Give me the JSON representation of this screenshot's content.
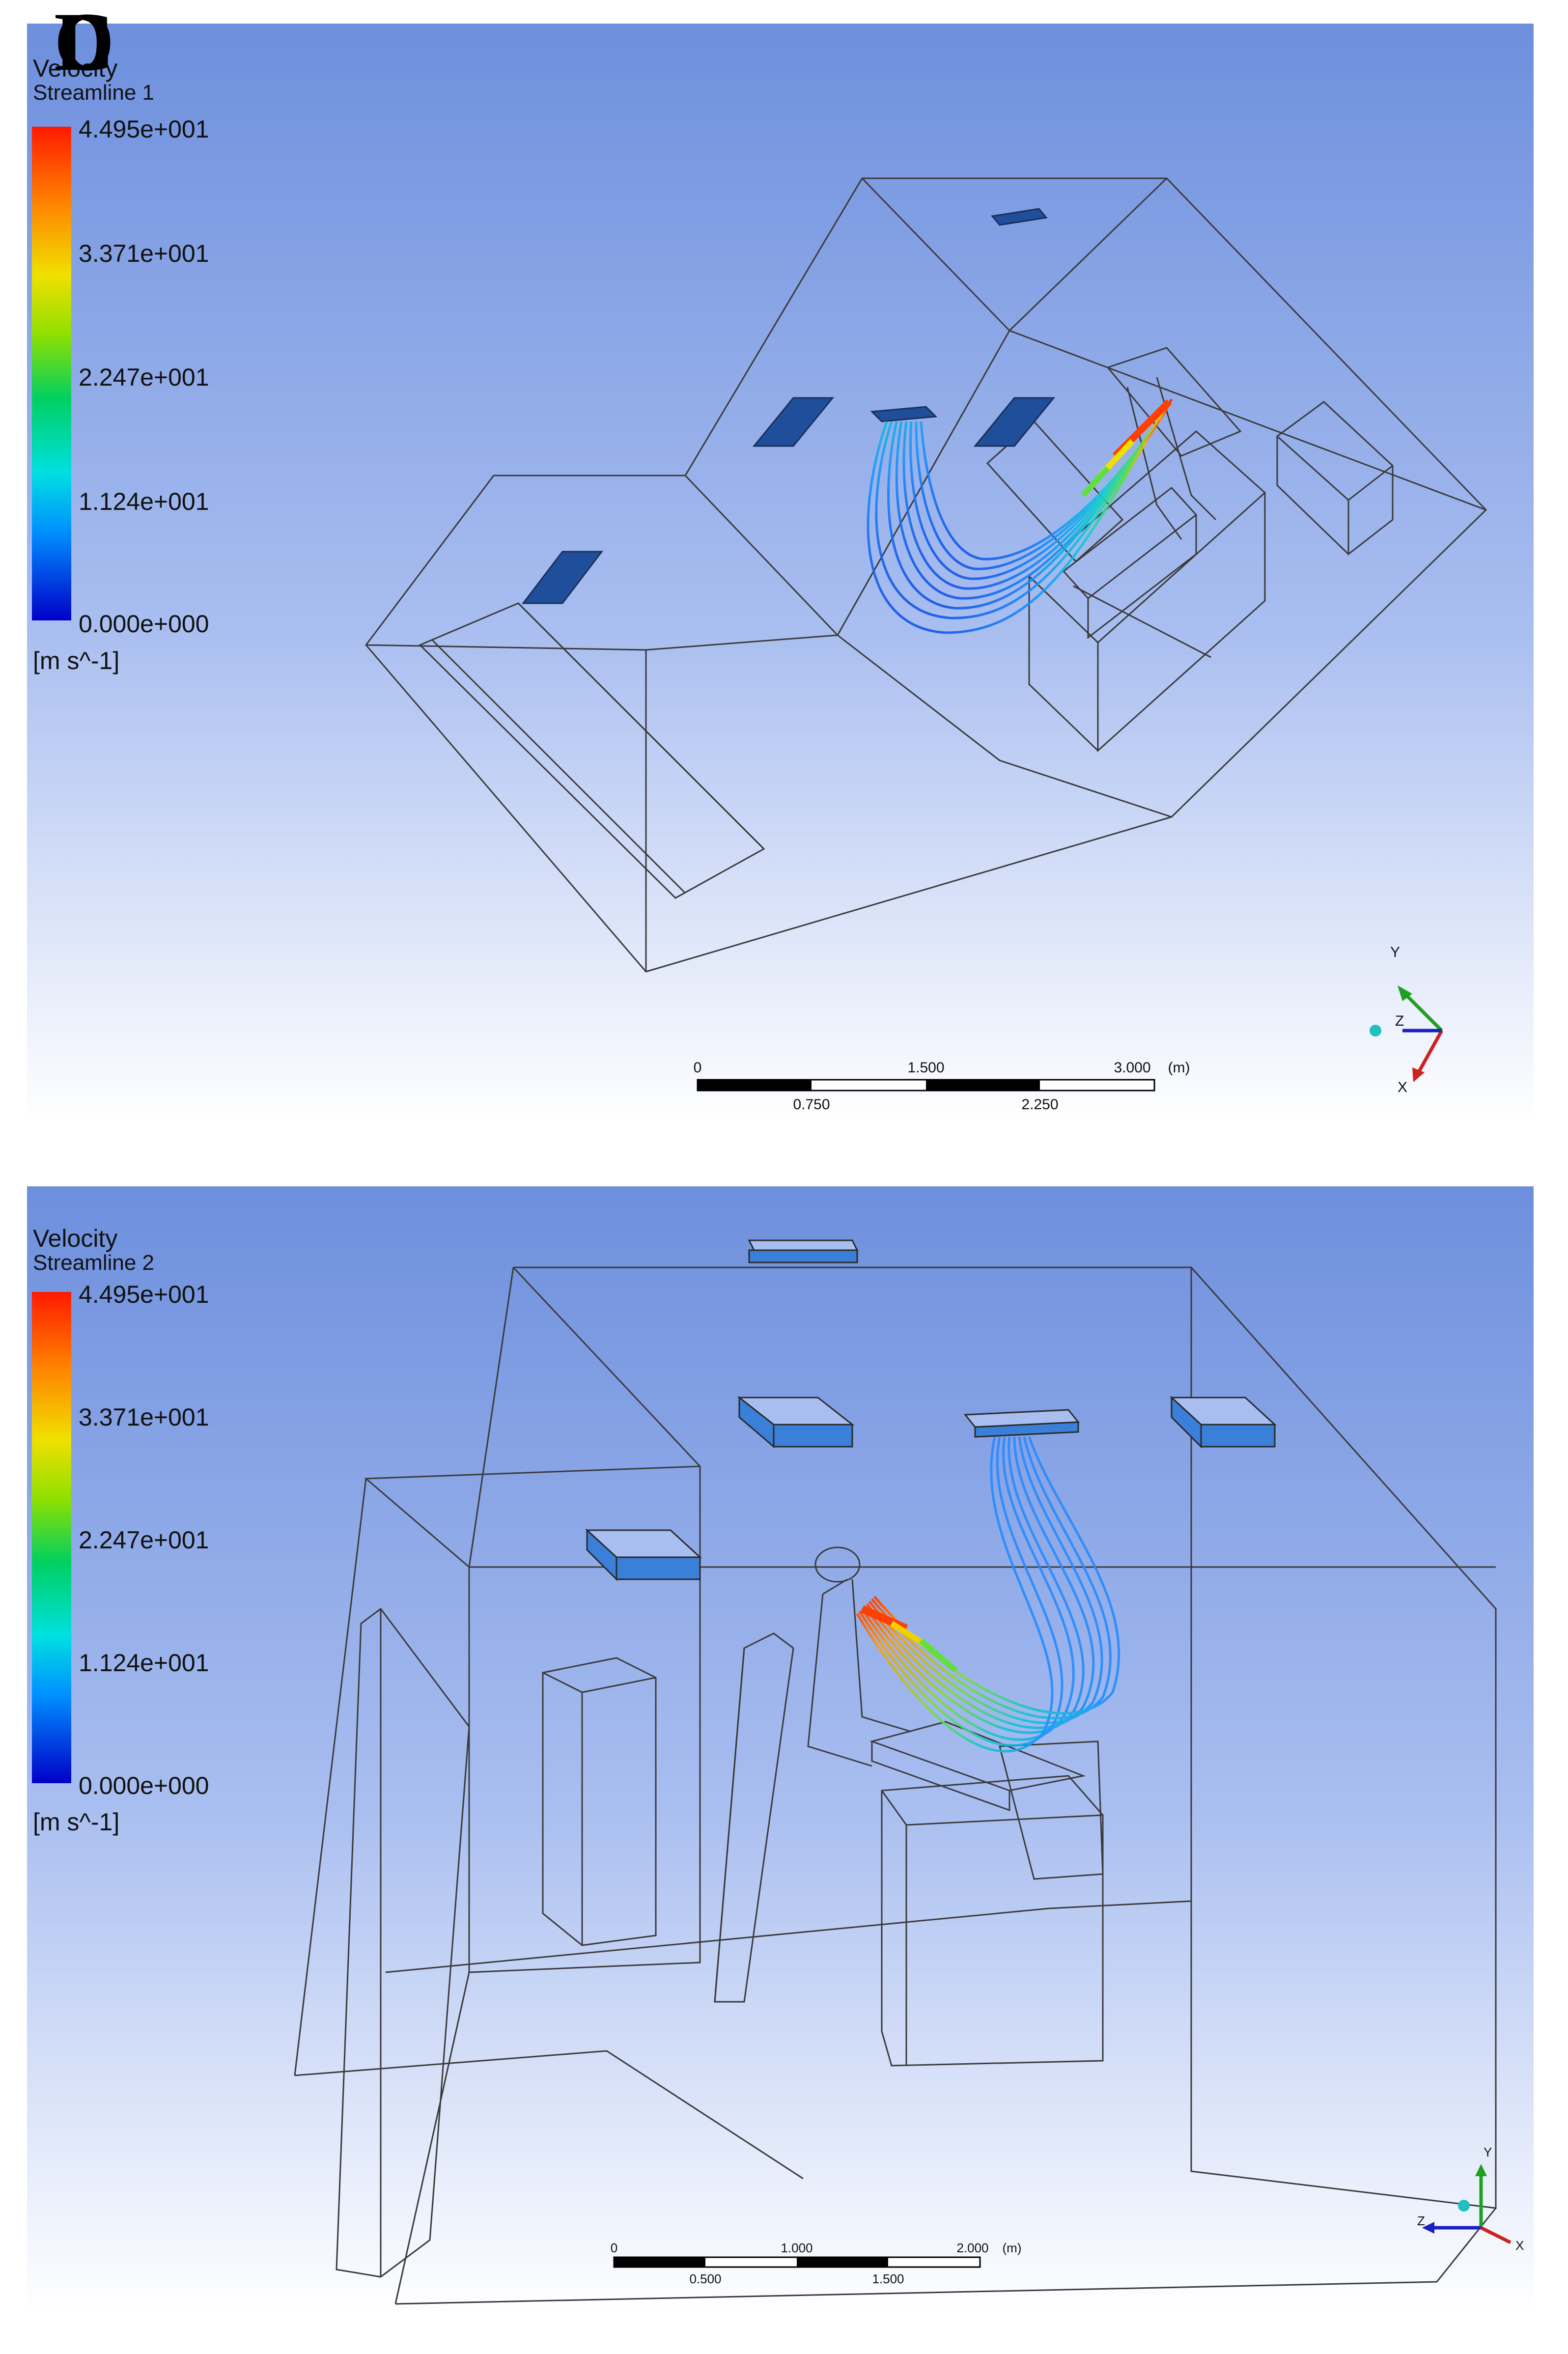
{
  "panels": [
    {
      "id": "C",
      "letter": "C",
      "legend": {
        "title": "Velocity",
        "subtitle": "Streamline 1",
        "ticks": [
          "4.495e+001",
          "3.371e+001",
          "2.247e+001",
          "1.124e+001",
          "0.000e+000"
        ],
        "unit": "[m s^-1]"
      },
      "scale_bar": {
        "top_labels": [
          "0",
          "1.500",
          "3.000"
        ],
        "unit": "(m)",
        "bottom_labels": [
          "0.750",
          "2.250"
        ]
      },
      "axes": {
        "y": "Y",
        "z": "Z",
        "x": "X"
      }
    },
    {
      "id": "D",
      "letter": "D",
      "legend": {
        "title": "Velocity",
        "subtitle": "Streamline 2",
        "ticks": [
          "4.495e+001",
          "3.371e+001",
          "2.247e+001",
          "1.124e+001",
          "0.000e+000"
        ],
        "unit": "[m s^-1]"
      },
      "scale_bar": {
        "top_labels": [
          "0",
          "1.000",
          "2.000"
        ],
        "unit": "(m)",
        "bottom_labels": [
          "0.500",
          "1.500"
        ]
      },
      "axes": {
        "y": "Y",
        "z": "Z",
        "x": "X"
      }
    }
  ],
  "colors": {
    "background_top": "#6d8fdd",
    "background_bottom": "#ffffff",
    "wireframe": "#3a3a3a",
    "vent_fill": "#1f4f9a",
    "streamline_low": "#1040e0",
    "streamline_high": "#ff2000"
  }
}
